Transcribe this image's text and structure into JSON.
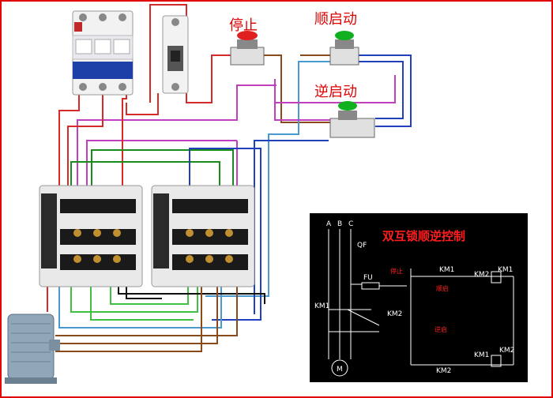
{
  "labels": {
    "stop": "停止",
    "forward_start": "顺启动",
    "reverse_start": "逆启动"
  },
  "schematic": {
    "title": "双互锁顺逆控制",
    "phases": [
      "A",
      "B",
      "C"
    ],
    "breaker": "QF",
    "fuse": "FU",
    "stop": "停止",
    "forward": "顺启",
    "reverse": "逆启",
    "km1": "KM1",
    "km2": "KM2",
    "motor": "M"
  },
  "colors": {
    "frame": "#e00000",
    "wire_red": "#d42a2a",
    "wire_brown": "#8b4a1a",
    "wire_pink": "#c040c0",
    "wire_green": "#1a8a1a",
    "wire_lightgreen": "#40c040",
    "wire_blue": "#2040c0",
    "wire_lightblue": "#4a9ad0",
    "wire_black": "#111111",
    "schematic_bg": "#000000"
  }
}
